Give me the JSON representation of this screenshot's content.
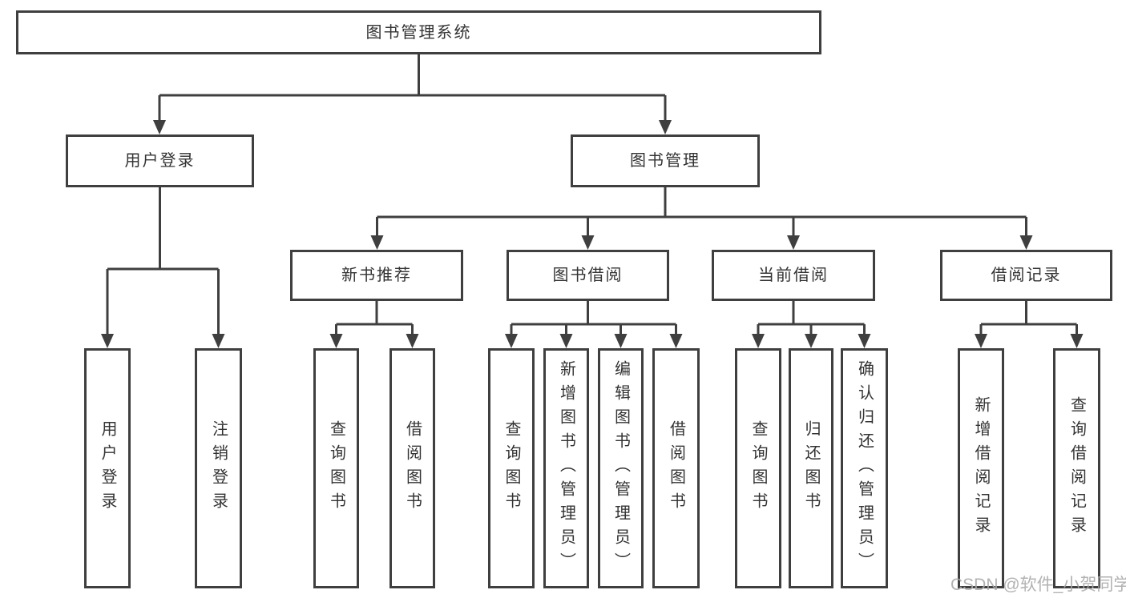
{
  "tree": {
    "root": {
      "label": "图书管理系统"
    },
    "branches": [
      {
        "label": "用户登录",
        "leaves": [
          {
            "label": "用户登录"
          },
          {
            "label": "注销登录"
          }
        ]
      },
      {
        "label": "图书管理",
        "groups": [
          {
            "label": "新书推荐",
            "leaves": [
              {
                "label": "查询图书"
              },
              {
                "label": "借阅图书"
              }
            ]
          },
          {
            "label": "图书借阅",
            "leaves": [
              {
                "label": "查询图书"
              },
              {
                "label": "新增图书（管理员）"
              },
              {
                "label": "编辑图书（管理员）"
              },
              {
                "label": "借阅图书"
              }
            ]
          },
          {
            "label": "当前借阅",
            "leaves": [
              {
                "label": "查询图书"
              },
              {
                "label": "归还图书"
              },
              {
                "label": "确认归还（管理员）"
              }
            ]
          },
          {
            "label": "借阅记录",
            "leaves": [
              {
                "label": "新增借阅记录"
              },
              {
                "label": "查询借阅记录"
              }
            ]
          }
        ]
      }
    ]
  },
  "watermark": {
    "text": "CSDN @软件_小贺同学"
  },
  "colors": {
    "line": "#3f3f3f",
    "text": "#333333",
    "background": "#ffffff",
    "watermark": "#aaaaaa"
  }
}
